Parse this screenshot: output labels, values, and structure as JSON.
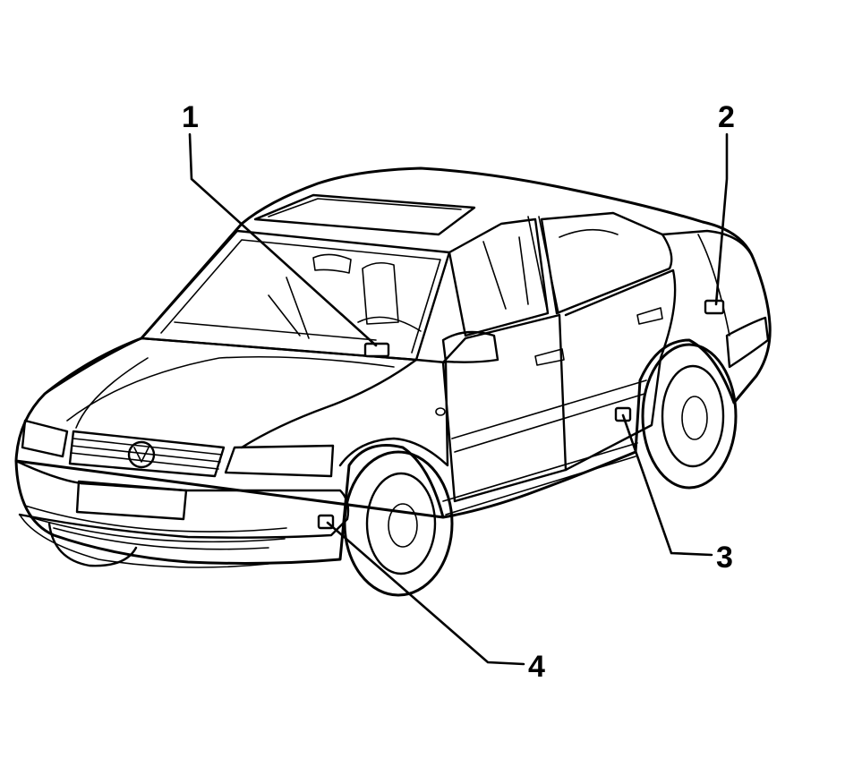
{
  "diagram": {
    "callouts": [
      {
        "id": "1",
        "label": "1"
      },
      {
        "id": "2",
        "label": "2"
      },
      {
        "id": "3",
        "label": "3"
      },
      {
        "id": "4",
        "label": "4"
      }
    ]
  },
  "colors": {
    "line": "#000000",
    "background": "#ffffff"
  }
}
